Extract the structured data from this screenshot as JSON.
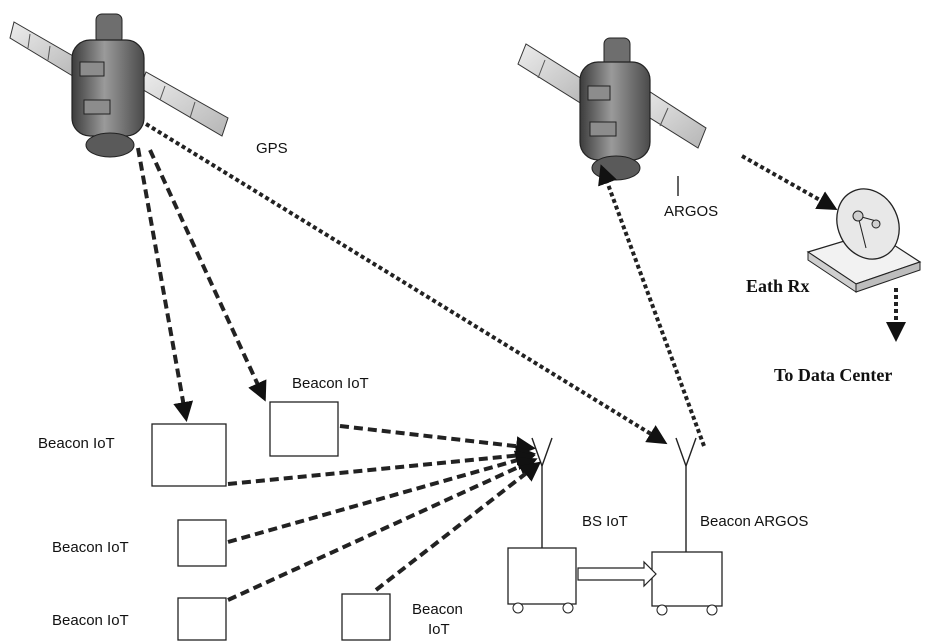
{
  "labels": {
    "gps": "GPS",
    "argos": "ARGOS",
    "earth_rx": "Eath Rx",
    "to_data_center": "To Data Center",
    "beacon_top": "Beacon IoT",
    "beacon_left1": "Beacon IoT",
    "beacon_left2": "Beacon IoT",
    "beacon_left3": "Beacon IoT",
    "beacon_bottom_line1": "Beacon",
    "beacon_bottom_line2": "IoT",
    "bs_iot": "BS IoT",
    "beacon_argos": "Beacon ARGOS"
  },
  "colors": {
    "line": "#222222",
    "satellite_body": "#7a7a7a",
    "panel": "#d8d8d8",
    "panel_stripe": "#3a3a3a"
  }
}
